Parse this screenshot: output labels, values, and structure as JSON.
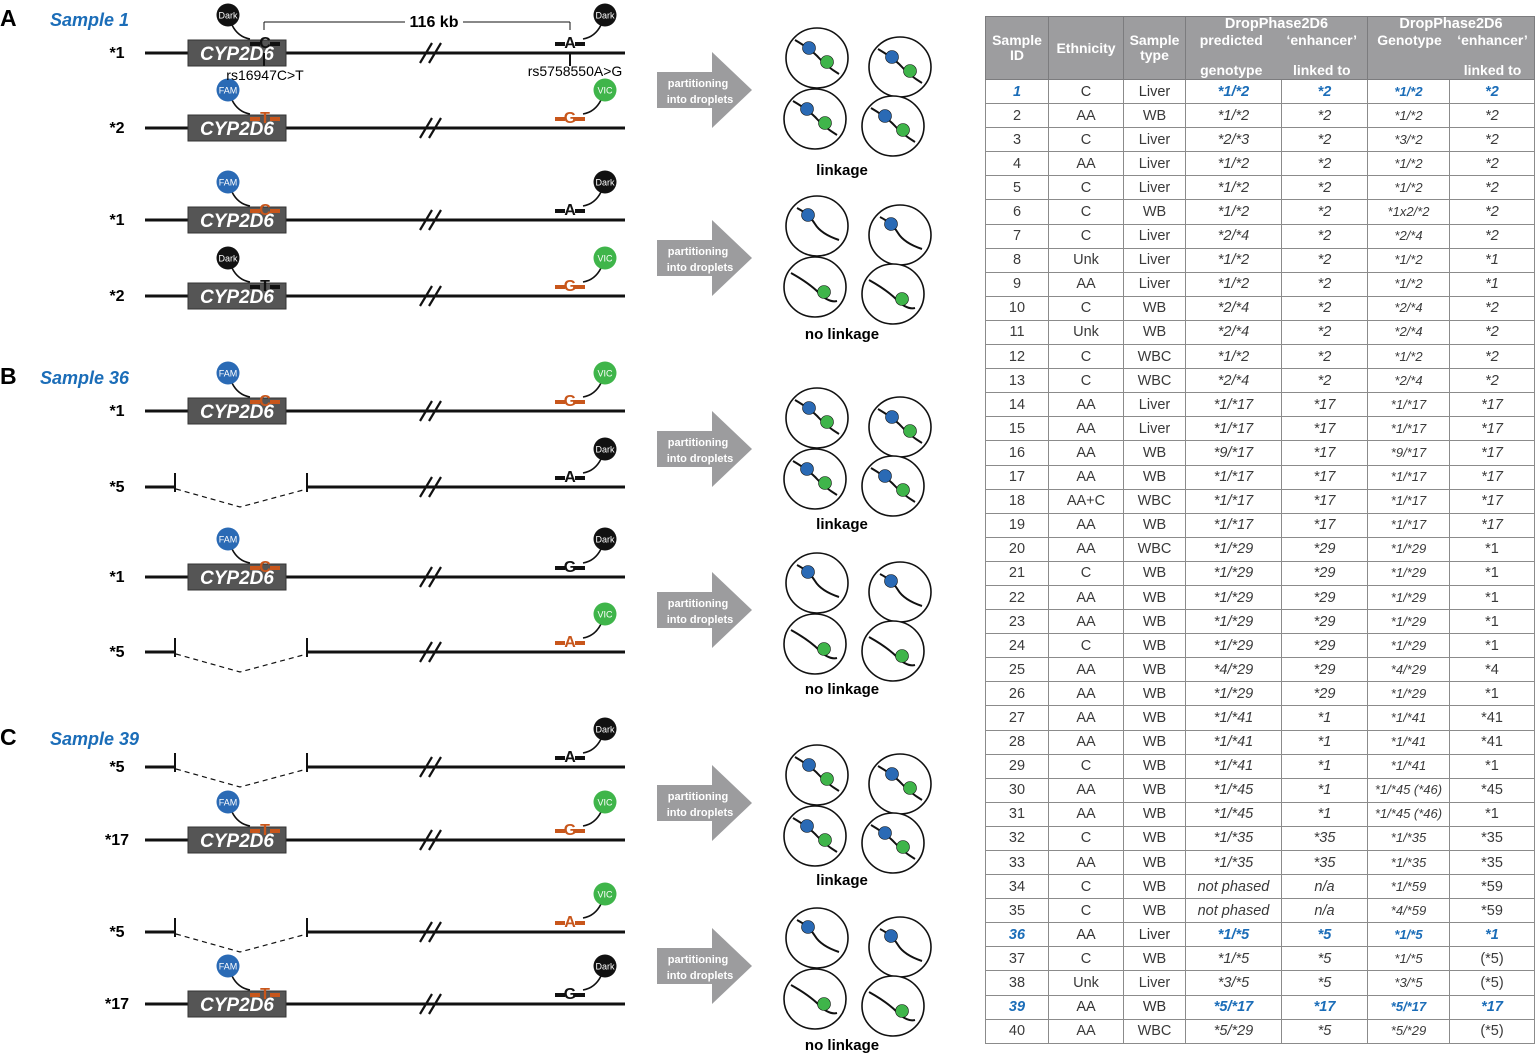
{
  "panels": [
    {
      "letter": "A",
      "title": "Sample 1"
    },
    {
      "letter": "B",
      "title": "Sample 36"
    },
    {
      "letter": "C",
      "title": "Sample 39"
    }
  ],
  "gene_name": "CYP2D6",
  "distance_label": "116 kb",
  "snp_labels": {
    "left": "rs16947C>T",
    "right": "rs5758550A>G"
  },
  "probe_labels": {
    "fam": "FAM",
    "vic": "VIC",
    "dark": "Dark"
  },
  "arrow_label": [
    "partitioning",
    "into droplets"
  ],
  "outcome_labels": {
    "linkage": "linkage",
    "no_linkage": "no linkage"
  },
  "colors": {
    "fam": "#2a6ab5",
    "vic": "#3fb54a",
    "dark": "#111111",
    "allele_highlight": "#c8561b",
    "panel_title": "#1b6db8",
    "gene_box": "#555555",
    "arrow": "#9c9c9e"
  },
  "diagram": {
    "groups": [
      {
        "outcome": "linkage",
        "droplet_pattern": "linked",
        "rows": [
          {
            "label": "*1",
            "segments": "full",
            "left": {
              "probe": "dark",
              "allele": "C",
              "highlight": false
            },
            "right": {
              "probe": "dark",
              "allele": "A",
              "highlight": false
            }
          },
          {
            "label": "*2",
            "segments": "full",
            "left": {
              "probe": "fam",
              "allele": "T",
              "highlight": true
            },
            "right": {
              "probe": "vic",
              "allele": "G",
              "highlight": true
            }
          }
        ]
      },
      {
        "outcome": "no_linkage",
        "droplet_pattern": "unlinked",
        "rows": [
          {
            "label": "*1",
            "segments": "full",
            "left": {
              "probe": "fam",
              "allele": "C",
              "highlight": true
            },
            "right": {
              "probe": "dark",
              "allele": "A",
              "highlight": false
            }
          },
          {
            "label": "*2",
            "segments": "full",
            "left": {
              "probe": "dark",
              "allele": "T",
              "highlight": false
            },
            "right": {
              "probe": "vic",
              "allele": "G",
              "highlight": true
            }
          }
        ]
      },
      {
        "outcome": "linkage",
        "droplet_pattern": "linked",
        "rows": [
          {
            "label": "*1",
            "segments": "full",
            "left": {
              "probe": "fam",
              "allele": "C",
              "highlight": true
            },
            "right": {
              "probe": "vic",
              "allele": "G",
              "highlight": true
            }
          },
          {
            "label": "*5",
            "segments": "deletion",
            "left": null,
            "right": {
              "probe": "dark",
              "allele": "A",
              "highlight": false
            }
          }
        ]
      },
      {
        "outcome": "no_linkage",
        "droplet_pattern": "unlinked",
        "rows": [
          {
            "label": "*1",
            "segments": "full",
            "left": {
              "probe": "fam",
              "allele": "C",
              "highlight": true
            },
            "right": {
              "probe": "dark",
              "allele": "G",
              "highlight": false
            }
          },
          {
            "label": "*5",
            "segments": "deletion",
            "left": null,
            "right": {
              "probe": "vic",
              "allele": "A",
              "highlight": true
            }
          }
        ]
      },
      {
        "outcome": "linkage",
        "droplet_pattern": "linked",
        "rows": [
          {
            "label": "*5",
            "segments": "deletion",
            "left": null,
            "right": {
              "probe": "dark",
              "allele": "A",
              "highlight": false
            }
          },
          {
            "label": "*17",
            "segments": "full",
            "left": {
              "probe": "fam",
              "allele": "T",
              "highlight": true
            },
            "right": {
              "probe": "vic",
              "allele": "G",
              "highlight": true
            }
          }
        ]
      },
      {
        "outcome": "no_linkage",
        "droplet_pattern": "unlinked",
        "rows": [
          {
            "label": "*5",
            "segments": "deletion",
            "left": null,
            "right": {
              "probe": "vic",
              "allele": "A",
              "highlight": true
            }
          },
          {
            "label": "*17",
            "segments": "full",
            "left": {
              "probe": "fam",
              "allele": "T",
              "highlight": true
            },
            "right": {
              "probe": "dark",
              "allele": "G",
              "highlight": false
            }
          }
        ]
      }
    ]
  },
  "table": {
    "headers": {
      "sample_id": [
        "Sample",
        "ID"
      ],
      "ethnicity": "Ethnicity",
      "sample_type": [
        "Sample",
        "type"
      ],
      "group": "DropPhase2D6",
      "predicted_genotype": [
        "predicted",
        "genotype"
      ],
      "enhancer_linked": [
        "‘enhancer’",
        "linked to"
      ],
      "genotype": "Genotype"
    },
    "rows": [
      {
        "id": "1",
        "eth": "C",
        "type": "Liver",
        "pred": "*1/*2",
        "enh": "*2",
        "geno": "*1/*2",
        "link": "*2",
        "hl": true,
        "link_it": true
      },
      {
        "id": "2",
        "eth": "AA",
        "type": "WB",
        "pred": "*1/*2",
        "enh": "*2",
        "geno": "*1/*2",
        "link": "*2",
        "link_it": true
      },
      {
        "id": "3",
        "eth": "C",
        "type": "Liver",
        "pred": "*2/*3",
        "enh": "*2",
        "geno": "*3/*2",
        "link": "*2",
        "link_it": true
      },
      {
        "id": "4",
        "eth": "AA",
        "type": "Liver",
        "pred": "*1/*2",
        "enh": "*2",
        "geno": "*1/*2",
        "link": "*2",
        "link_it": true
      },
      {
        "id": "5",
        "eth": "C",
        "type": "Liver",
        "pred": "*1/*2",
        "enh": "*2",
        "geno": "*1/*2",
        "link": "*2",
        "link_it": true
      },
      {
        "id": "6",
        "eth": "C",
        "type": "WB",
        "pred": "*1/*2",
        "enh": "*2",
        "geno": "*1x2/*2",
        "link": "*2",
        "link_it": true
      },
      {
        "id": "7",
        "eth": "C",
        "type": "Liver",
        "pred": "*2/*4",
        "enh": "*2",
        "geno": "*2/*4",
        "link": "*2",
        "link_it": true
      },
      {
        "id": "8",
        "eth": "Unk",
        "type": "Liver",
        "pred": "*1/*2",
        "enh": "*2",
        "geno": "*1/*2",
        "link": "*1",
        "link_it": true
      },
      {
        "id": "9",
        "eth": "AA",
        "type": "Liver",
        "pred": "*1/*2",
        "enh": "*2",
        "geno": "*1/*2",
        "link": "*1",
        "link_it": true
      },
      {
        "id": "10",
        "eth": "C",
        "type": "WB",
        "pred": "*2/*4",
        "enh": "*2",
        "geno": "*2/*4",
        "link": "*2",
        "link_it": true
      },
      {
        "id": "11",
        "eth": "Unk",
        "type": "WB",
        "pred": "*2/*4",
        "enh": "*2",
        "geno": "*2/*4",
        "link": "*2",
        "link_it": true
      },
      {
        "id": "12",
        "eth": "C",
        "type": "WBC",
        "pred": "*1/*2",
        "enh": "*2",
        "geno": "*1/*2",
        "link": "*2",
        "link_it": true
      },
      {
        "id": "13",
        "eth": "C",
        "type": "WBC",
        "pred": "*2/*4",
        "enh": "*2",
        "geno": "*2/*4",
        "link": "*2",
        "link_it": true
      },
      {
        "id": "14",
        "eth": "AA",
        "type": "Liver",
        "pred": "*1/*17",
        "enh": "*17",
        "geno": "*1/*17",
        "link": "*17",
        "link_it": true
      },
      {
        "id": "15",
        "eth": "AA",
        "type": "Liver",
        "pred": "*1/*17",
        "enh": "*17",
        "geno": "*1/*17",
        "link": "*17",
        "link_it": true
      },
      {
        "id": "16",
        "eth": "AA",
        "type": "WB",
        "pred": "*9/*17",
        "enh": "*17",
        "geno": "*9/*17",
        "link": "*17",
        "link_it": true
      },
      {
        "id": "17",
        "eth": "AA",
        "type": "WB",
        "pred": "*1/*17",
        "enh": "*17",
        "geno": "*1/*17",
        "link": "*17",
        "link_it": true
      },
      {
        "id": "18",
        "eth": "AA+C",
        "type": "WBC",
        "pred": "*1/*17",
        "enh": "*17",
        "geno": "*1/*17",
        "link": "*17",
        "link_it": true
      },
      {
        "id": "19",
        "eth": "AA",
        "type": "WB",
        "pred": "*1/*17",
        "enh": "*17",
        "geno": "*1/*17",
        "link": "*17",
        "link_it": true
      },
      {
        "id": "20",
        "eth": "AA",
        "type": "WBC",
        "pred": "*1/*29",
        "enh": "*29",
        "geno": "*1/*29",
        "link": "*1",
        "link_it": false
      },
      {
        "id": "21",
        "eth": "C",
        "type": "WB",
        "pred": "*1/*29",
        "enh": "*29",
        "geno": "*1/*29",
        "link": "*1",
        "link_it": false
      },
      {
        "id": "22",
        "eth": "AA",
        "type": "WB",
        "pred": "*1/*29",
        "enh": "*29",
        "geno": "*1/*29",
        "link": "*1",
        "link_it": false
      },
      {
        "id": "23",
        "eth": "AA",
        "type": "WB",
        "pred": "*1/*29",
        "enh": "*29",
        "geno": "*1/*29",
        "link": "*1",
        "link_it": false
      },
      {
        "id": "24",
        "eth": "C",
        "type": "WB",
        "pred": "*1/*29",
        "enh": "*29",
        "geno": "*1/*29",
        "link": "*1",
        "link_it": false
      },
      {
        "id": "25",
        "eth": "AA",
        "type": "WB",
        "pred": "*4/*29",
        "enh": "*29",
        "geno": "*4/*29",
        "link": "*4",
        "link_it": false
      },
      {
        "id": "26",
        "eth": "AA",
        "type": "WB",
        "pred": "*1/*29",
        "enh": "*29",
        "geno": "*1/*29",
        "link": "*1",
        "link_it": false
      },
      {
        "id": "27",
        "eth": "AA",
        "type": "WB",
        "pred": "*1/*41",
        "enh": "*1",
        "geno": "*1/*41",
        "link": "*41",
        "link_it": false
      },
      {
        "id": "28",
        "eth": "AA",
        "type": "WB",
        "pred": "*1/*41",
        "enh": "*1",
        "geno": "*1/*41",
        "link": "*41",
        "link_it": false
      },
      {
        "id": "29",
        "eth": "C",
        "type": "WB",
        "pred": "*1/*41",
        "enh": "*1",
        "geno": "*1/*41",
        "link": "*1",
        "link_it": false
      },
      {
        "id": "30",
        "eth": "AA",
        "type": "WB",
        "pred": "*1/*45",
        "enh": "*1",
        "geno": "*1/*45 (*46)",
        "link": "*45",
        "link_it": false
      },
      {
        "id": "31",
        "eth": "AA",
        "type": "WB",
        "pred": "*1/*45",
        "enh": "*1",
        "geno": "*1/*45 (*46)",
        "link": "*1",
        "link_it": false
      },
      {
        "id": "32",
        "eth": "C",
        "type": "WB",
        "pred": "*1/*35",
        "enh": "*35",
        "geno": "*1/*35",
        "link": "*35",
        "link_it": false
      },
      {
        "id": "33",
        "eth": "AA",
        "type": "WB",
        "pred": "*1/*35",
        "enh": "*35",
        "geno": "*1/*35",
        "link": "*35",
        "link_it": false
      },
      {
        "id": "34",
        "eth": "C",
        "type": "WB",
        "pred": "not phased",
        "enh": "n/a",
        "geno": "*1/*59",
        "link": "*59",
        "link_it": false
      },
      {
        "id": "35",
        "eth": "C",
        "type": "WB",
        "pred": "not phased",
        "enh": "n/a",
        "geno": "*4/*59",
        "link": "*59",
        "link_it": false
      },
      {
        "id": "36",
        "eth": "AA",
        "type": "Liver",
        "pred": "*1/*5",
        "enh": "*5",
        "geno": "*1/*5",
        "link": "*1",
        "hl": true,
        "link_it": true
      },
      {
        "id": "37",
        "eth": "C",
        "type": "WB",
        "pred": "*1/*5",
        "enh": "*5",
        "geno": "*1/*5",
        "link": "(*5)",
        "link_it": false
      },
      {
        "id": "38",
        "eth": "Unk",
        "type": "Liver",
        "pred": "*3/*5",
        "enh": "*5",
        "geno": "*3/*5",
        "link": "(*5)",
        "link_it": false
      },
      {
        "id": "39",
        "eth": "AA",
        "type": "WB",
        "pred": "*5/*17",
        "enh": "*17",
        "geno": "*5/*17",
        "link": "*17",
        "hl": true,
        "link_it": true
      },
      {
        "id": "40",
        "eth": "AA",
        "type": "WBC",
        "pred": "*5/*29",
        "enh": "*5",
        "geno": "*5/*29",
        "link": "(*5)",
        "link_it": false
      }
    ]
  }
}
